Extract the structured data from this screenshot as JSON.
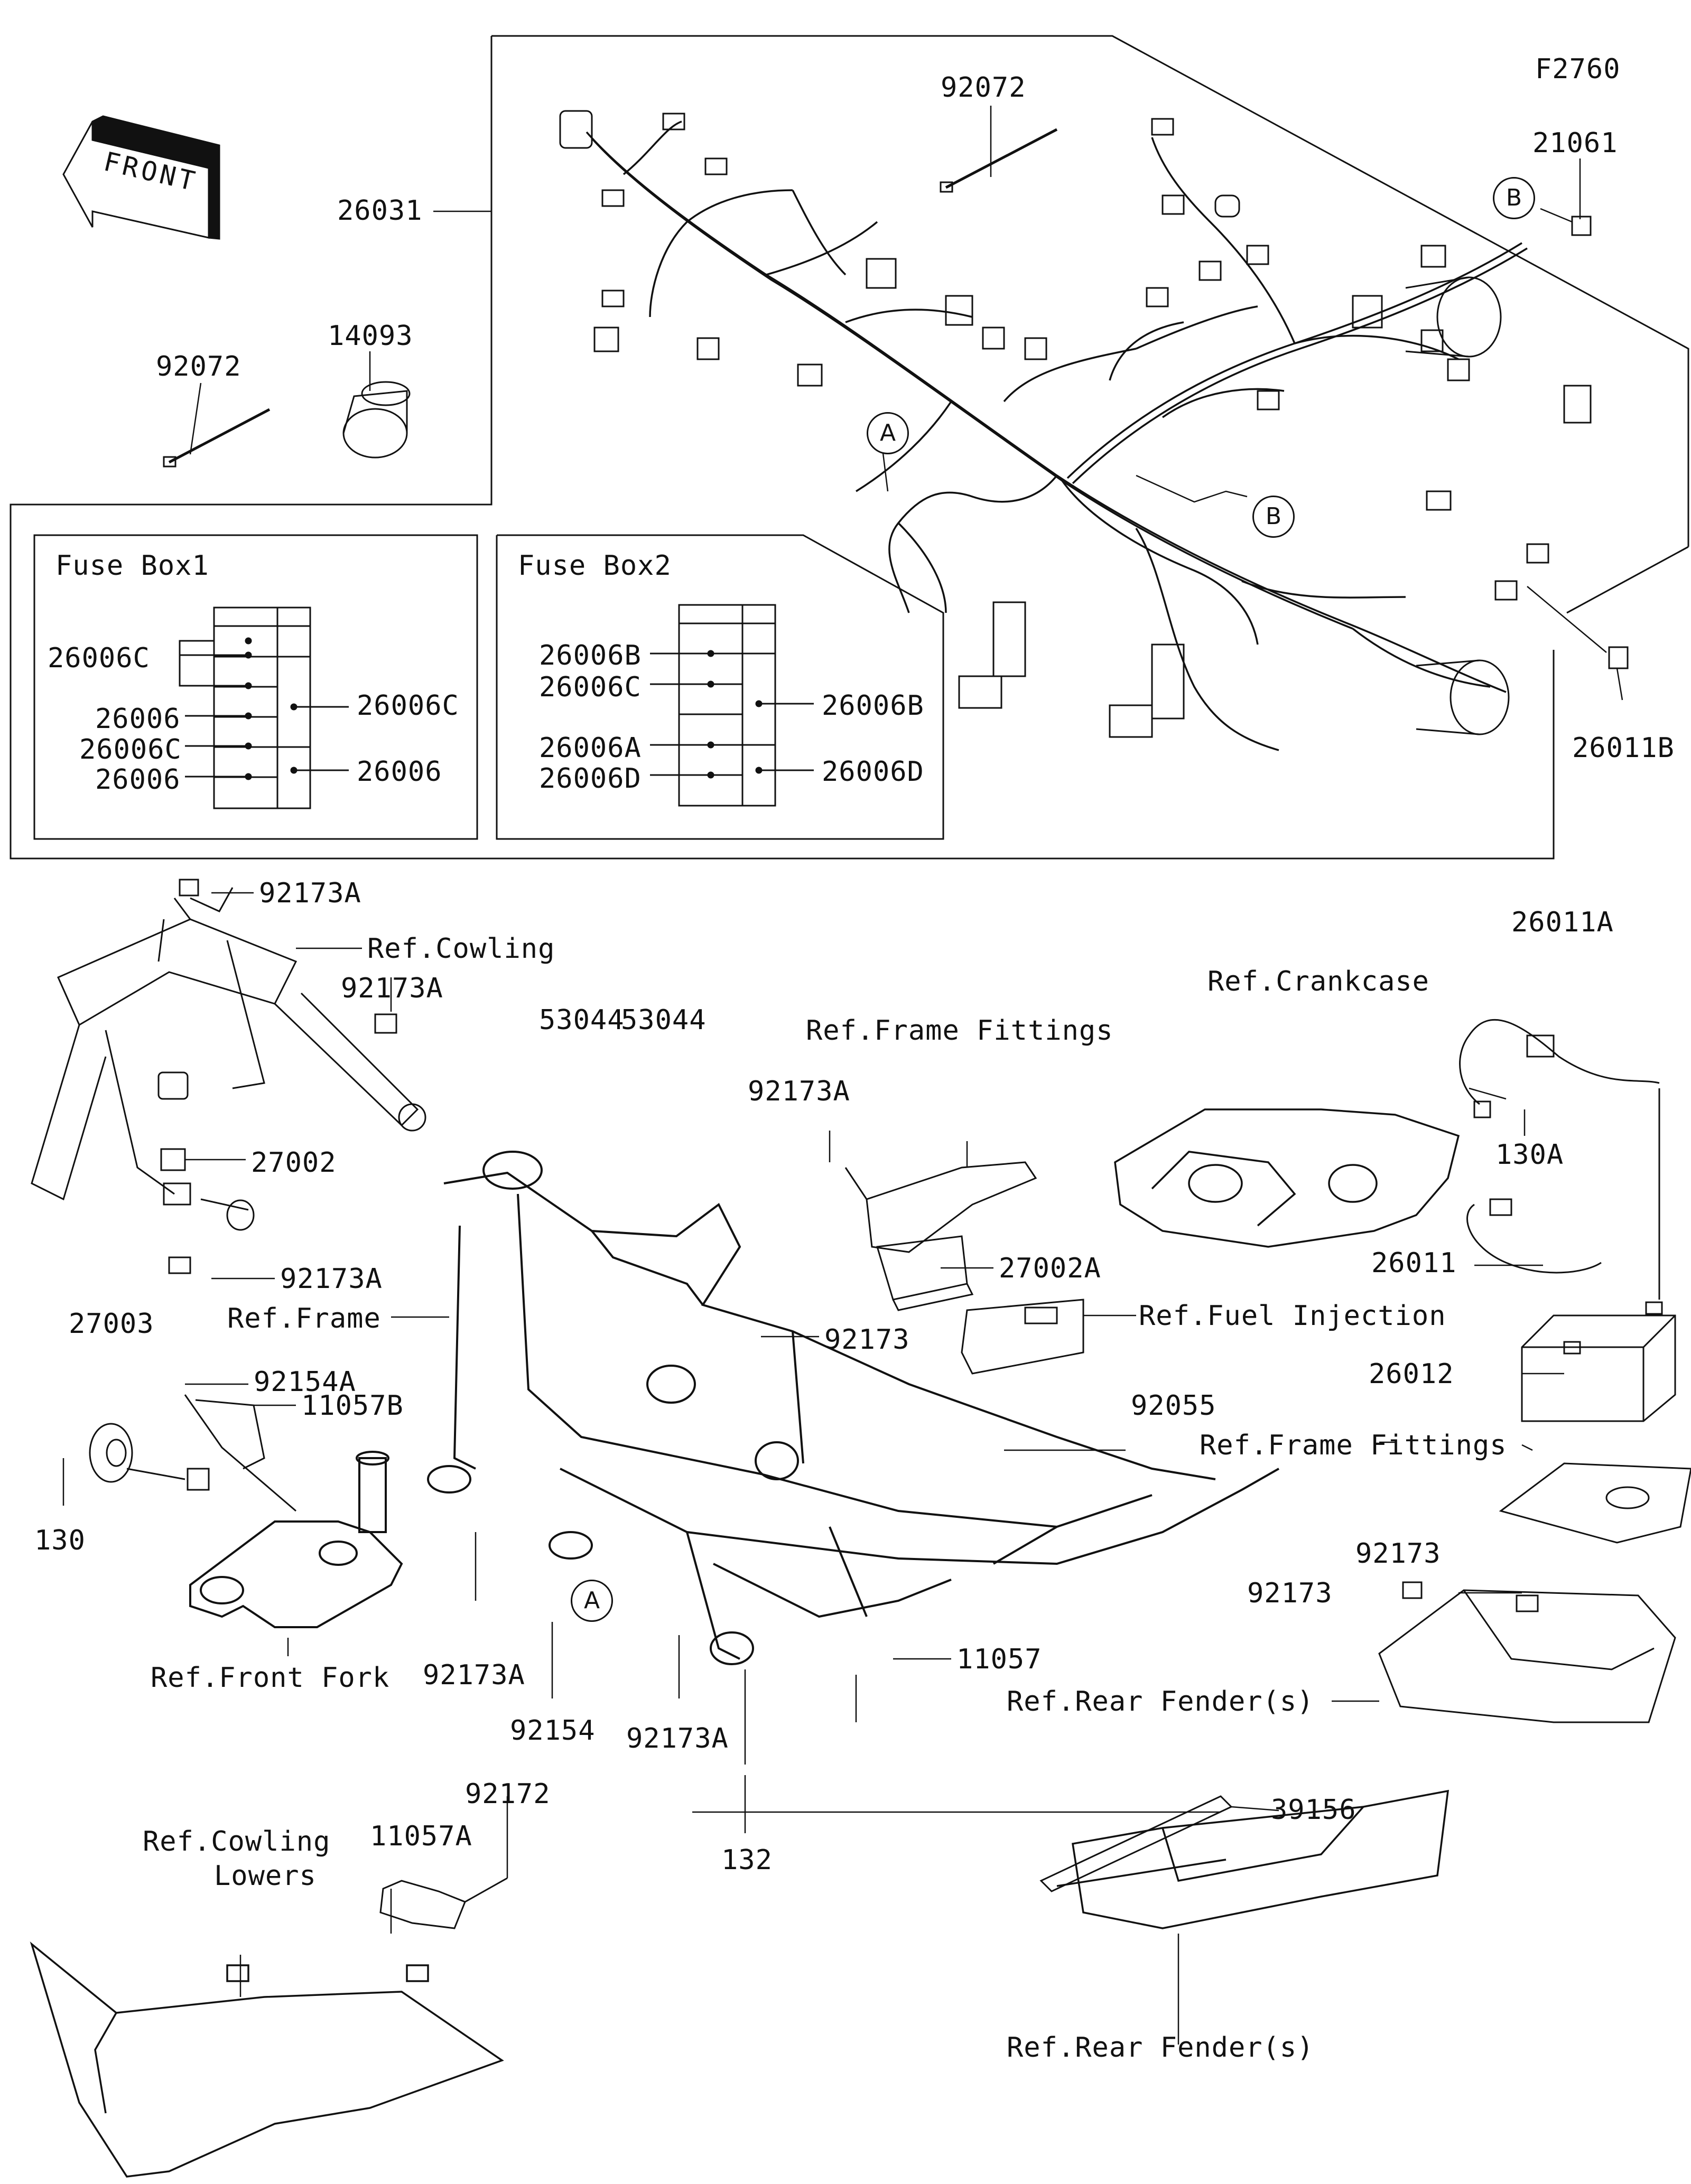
{
  "figure_code": "F2760",
  "front_arrow": "FRONT",
  "fuse_box1": {
    "title": "Fuse Box1",
    "left_labels": [
      "26006C",
      "26006",
      "26006C",
      "26006"
    ],
    "right_labels": [
      "26006C",
      "26006"
    ]
  },
  "fuse_box2": {
    "title": "Fuse Box2",
    "left_labels": [
      "26006B",
      "26006C",
      "26006A",
      "26006D"
    ],
    "right_labels": [
      "26006B",
      "26006D"
    ]
  },
  "callouts": {
    "a": "A",
    "b": "B"
  },
  "parts": {
    "p26031": "26031",
    "p92072_top": "92072",
    "p92072_left": "92072",
    "p14093": "14093",
    "p21061": "21061",
    "p26011B": "26011B",
    "p92173A_1": "92173A",
    "p92173A_2": "92173A",
    "p92173A_3": "92173A",
    "p92173A_4": "92173A",
    "p92173A_5": "92173A",
    "p92173A_6": "92173A",
    "p27002": "27002",
    "p27003": "27003",
    "p92154A": "92154A",
    "p11057B": "11057B",
    "p130": "130",
    "p53044_a": "53044",
    "p53044_b": "53044",
    "p92173_a": "92173",
    "p27002A": "27002A",
    "p92055": "92055",
    "p26011A": "26011A",
    "p130A": "130A",
    "p26011": "26011",
    "p26012": "26012",
    "p92173_b": "92173",
    "p92173_c": "92173",
    "p92154": "92154",
    "p11057": "11057",
    "p132": "132",
    "p92172": "92172",
    "p11057A": "11057A",
    "p39156": "39156"
  },
  "references": {
    "cowling": "Ref.Cowling",
    "frame": "Ref.Frame",
    "front_fork": "Ref.Front Fork",
    "frame_fittings_1": "Ref.Frame Fittings",
    "frame_fittings_2": "Ref.Frame Fittings",
    "crankcase": "Ref.Crankcase",
    "fuel_injection": "Ref.Fuel Injection",
    "rear_fender_1": "Ref.Rear Fender(s)",
    "rear_fender_2": "Ref.Rear Fender(s)",
    "cowling_lowers_1": "Ref.Cowling",
    "cowling_lowers_2": "Lowers"
  }
}
